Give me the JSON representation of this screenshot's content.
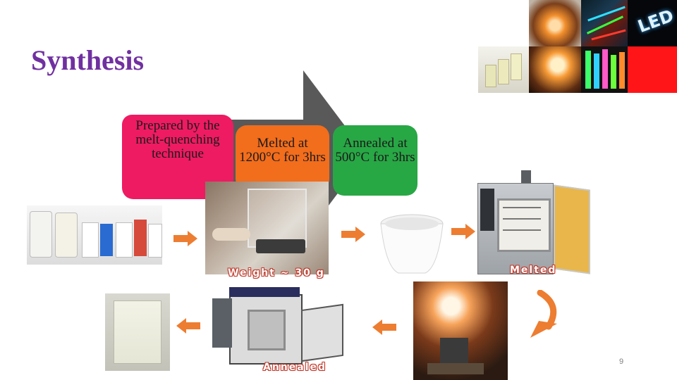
{
  "slide": {
    "title": "Synthesis",
    "page_number": "9"
  },
  "steps": [
    {
      "label": "Prepared by the melt-quenching technique",
      "color": "#ee1b62"
    },
    {
      "label": "Melted at 1200°C for 3hrs",
      "color": "#f26d1c"
    },
    {
      "label": "Annealed at 500°C for 3hrs",
      "color": "#28a745"
    }
  ],
  "captions": {
    "weight": "Weight ~ 30 g",
    "melted": "Melted",
    "annealed": "Annealed"
  },
  "colors": {
    "title": "#7030a0",
    "chevron": "#595959",
    "arrow": "#ed7d31",
    "caption_outline": "#c1392b"
  },
  "icons": {
    "flow_arrow": "right-arrow-icon",
    "return_arrow": "curved-down-arrow-icon"
  },
  "corner_badge": {
    "text": "LED"
  }
}
